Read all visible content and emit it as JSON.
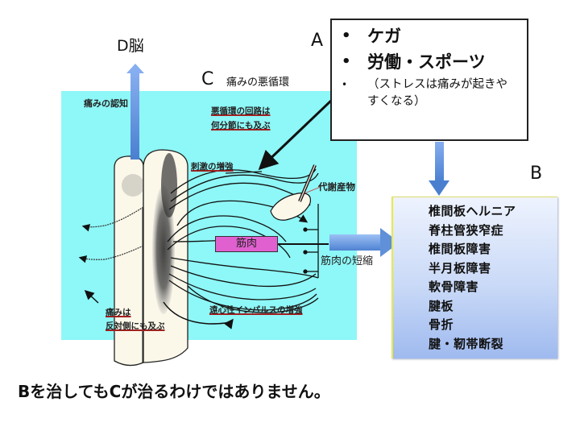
{
  "labels": {
    "d": "D脳",
    "a": "A",
    "b": "B",
    "c": "C",
    "c_text": "痛みの悪循環"
  },
  "causes": {
    "items": [
      {
        "text": "ケガ",
        "size": "large"
      },
      {
        "text": "労働・スポーツ",
        "size": "large"
      },
      {
        "text": "（ストレスは痛みが起きやすくなる）",
        "size": "small"
      }
    ],
    "small_line1": "（ストレスは痛みが起き",
    "small_line2": "やすくなる）"
  },
  "diseases": {
    "items": [
      "椎間板ヘルニア",
      "脊柱管狭窄症",
      "椎間板障害",
      "半月板障害",
      "軟骨障害",
      "腱板",
      "骨折",
      "腱・靭帯断裂"
    ]
  },
  "diagram": {
    "pain_recognition": "痛みの認知",
    "circuit_line1": "悪循環の回路は",
    "circuit_line2": "何分節にも及ぶ",
    "stimulus": "刺激の増強",
    "metabolites": "代謝産物",
    "muscle": "筋肉",
    "muscle_shortening": "筋肉の短縮",
    "efferent": "遠心性インパルスの増強",
    "opposite_line1": "痛みは",
    "opposite_line2": "反対側にも及ぶ"
  },
  "footer": "Bを治してもCが治るわけではありません。",
  "colors": {
    "panel": "#8ef7f7",
    "arrow": "#5b8fd9",
    "muscle": "#e060d0",
    "underline": "#a12020"
  }
}
